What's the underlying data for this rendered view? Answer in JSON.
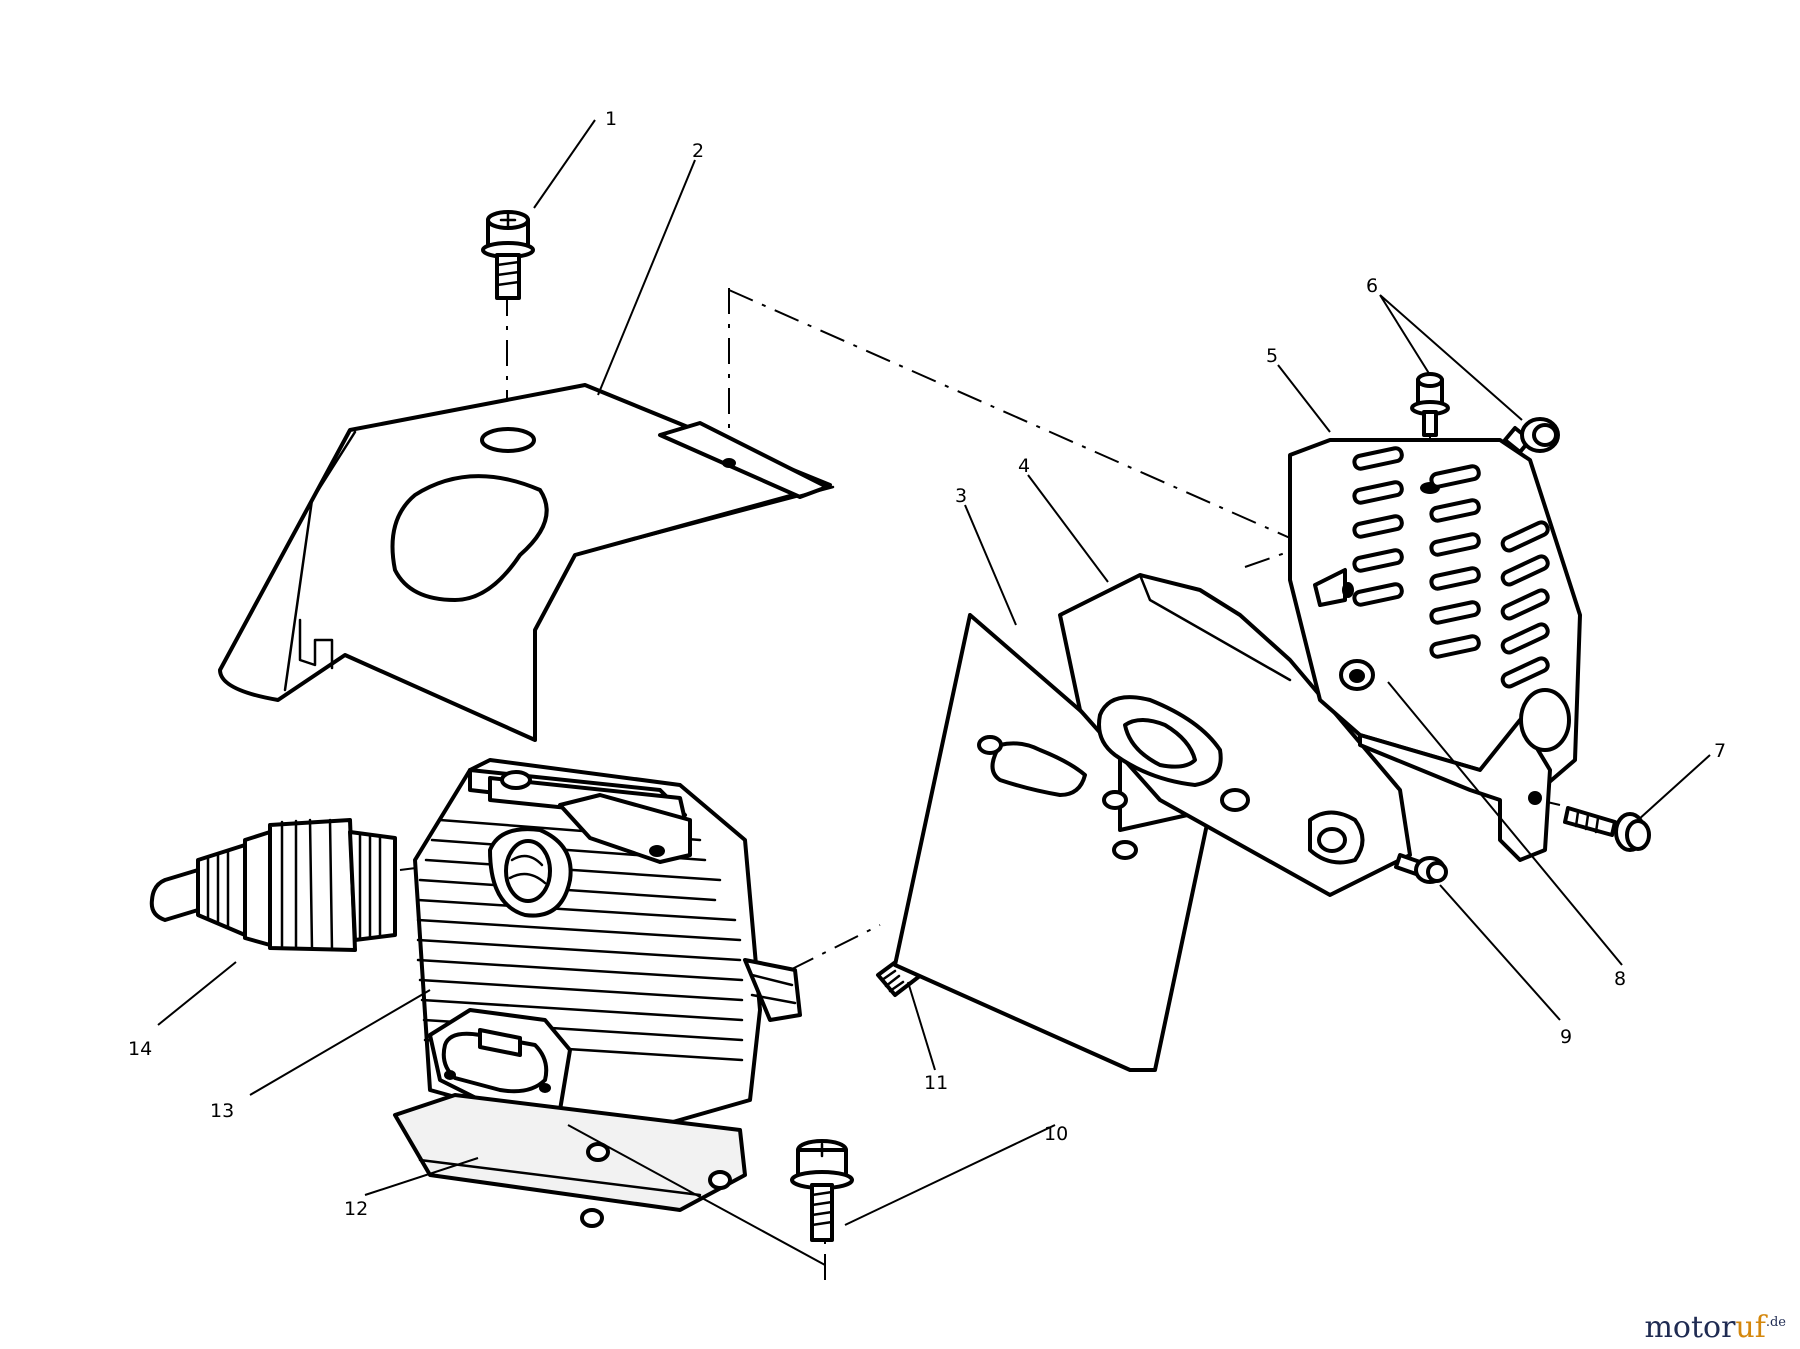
{
  "callouts": [
    {
      "id": "1",
      "label": "1"
    },
    {
      "id": "2",
      "label": "2"
    },
    {
      "id": "3",
      "label": "3"
    },
    {
      "id": "4",
      "label": "4"
    },
    {
      "id": "5",
      "label": "5"
    },
    {
      "id": "6",
      "label": "6"
    },
    {
      "id": "7",
      "label": "7"
    },
    {
      "id": "8",
      "label": "8"
    },
    {
      "id": "9",
      "label": "9"
    },
    {
      "id": "10",
      "label": "10"
    },
    {
      "id": "11",
      "label": "11"
    },
    {
      "id": "12",
      "label": "12"
    },
    {
      "id": "13",
      "label": "13"
    },
    {
      "id": "14",
      "label": "14"
    }
  ],
  "watermark": {
    "brand_main": "motor",
    "brand_accent": "uf",
    "tld": ".de"
  }
}
